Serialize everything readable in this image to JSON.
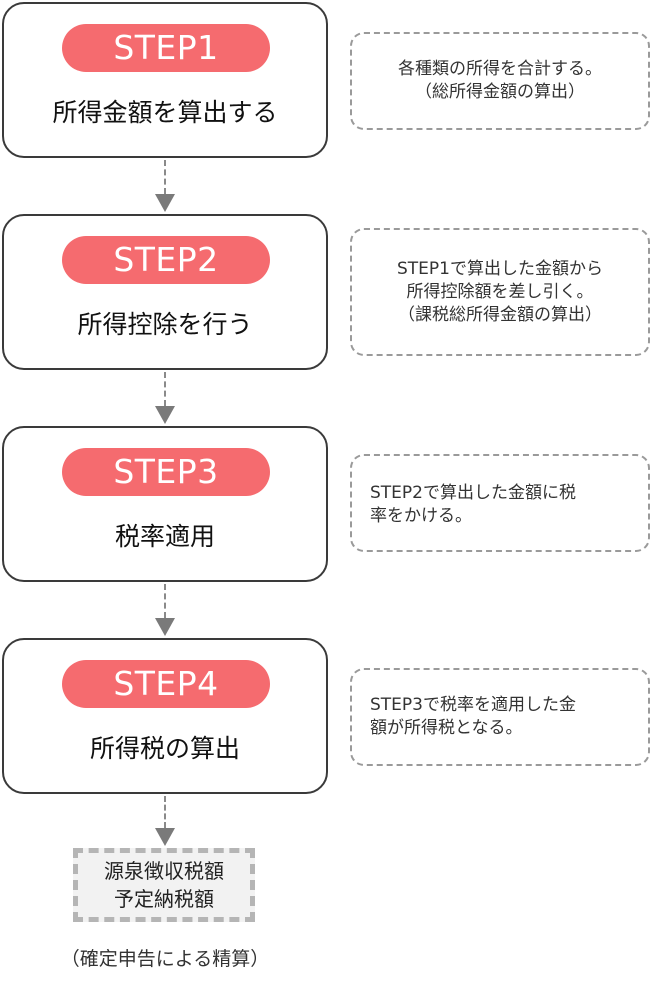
{
  "steps": [
    {
      "badge": "STEP1",
      "title": "所得金額を算出する"
    },
    {
      "badge": "STEP2",
      "title": "所得控除を行う"
    },
    {
      "badge": "STEP3",
      "title": "税率適用"
    },
    {
      "badge": "STEP4",
      "title": "所得税の算出"
    }
  ],
  "notes": [
    {
      "lines": [
        "各種類の所得を合計する。",
        "（総所得金額の算出）"
      ]
    },
    {
      "lines": [
        "STEP1で算出した金額から",
        "所得控除額を差し引く。",
        "（課税総所得金額の算出）"
      ]
    },
    {
      "lines": [
        "STEP2で算出した金額に税",
        "率をかける。"
      ]
    },
    {
      "lines": [
        "STEP3で税率を適用した金",
        "額が所得税となる。"
      ]
    }
  ],
  "final": {
    "lines": [
      "源泉徴収税額",
      "予定納税額"
    ]
  },
  "footnote": "（確定申告による精算）",
  "colors": {
    "badge": "#f56b6f",
    "border": "#3a3a3a",
    "note_border": "#9a9a9a",
    "final_bg": "#f2f2f2"
  }
}
